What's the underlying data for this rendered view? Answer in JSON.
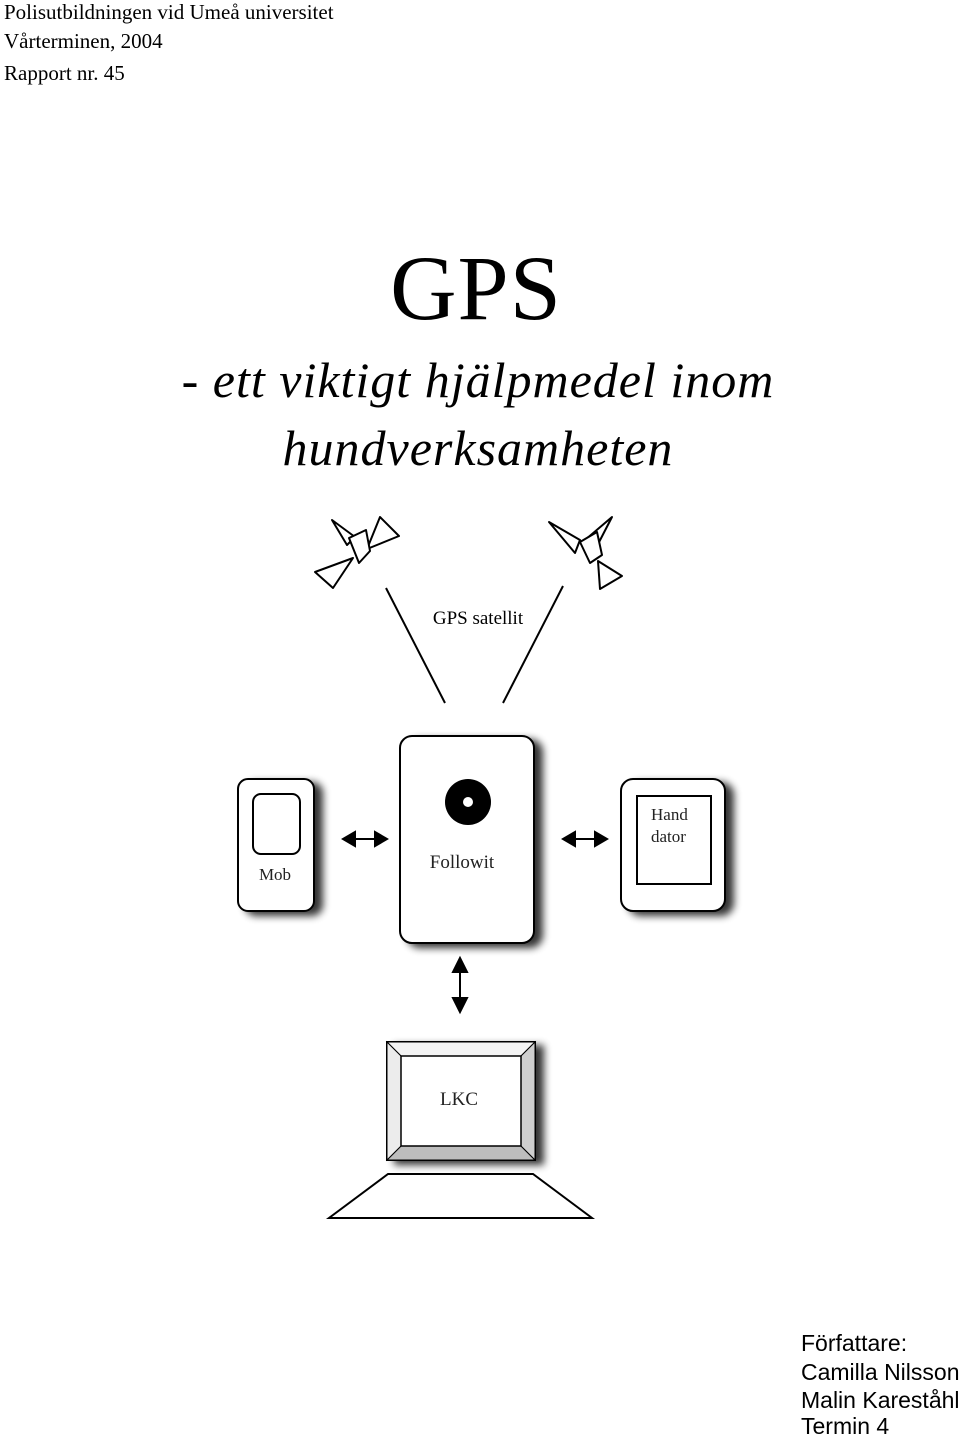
{
  "header": {
    "line1": "Polisutbildningen vid Umeå universitet",
    "line2": "Vårterminen, 2004",
    "line3": "Rapport nr. 45"
  },
  "title": "GPS",
  "subtitle": {
    "line1": "- ett viktigt hjälpmedel inom",
    "line2": "hundverksamheten"
  },
  "diagram": {
    "satellite_label": "GPS satellit",
    "devices": {
      "mob": "Mob",
      "followit": "Followit",
      "handdator_line1": "Hand",
      "handdator_line2": "dator",
      "lkc": "LKC"
    }
  },
  "authors": {
    "heading": "Författare:",
    "names": [
      "Camilla Nilsson",
      "Malin Kareståhl"
    ],
    "term": "Termin 4"
  }
}
